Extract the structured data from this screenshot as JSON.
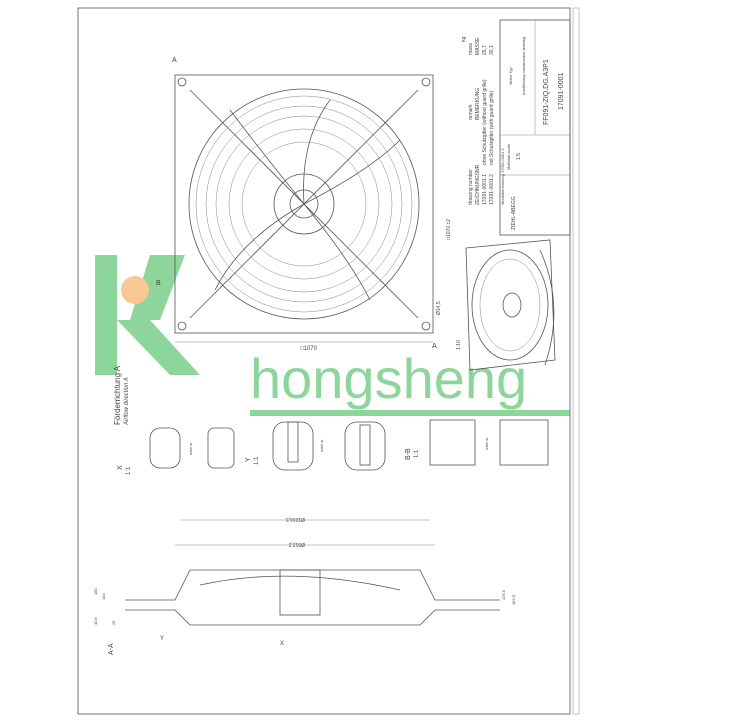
{
  "drawing": {
    "airflow_de": "Förderrichtung A",
    "airflow_en": "Airflow direction A",
    "section_labels": {
      "a": "A",
      "b": "B",
      "aa": "A-A",
      "x": "X",
      "y": "Y",
      "bb": "B-B"
    },
    "scales": {
      "detail": "1:1",
      "view": "1:10"
    },
    "or_label": "oder\nor",
    "dims": {
      "square": "□1070",
      "square_tol": "□1070 ±2",
      "corner": "Ø14,5",
      "outer_dia": "Ø1016,5",
      "inner_dia": "Ø912,2",
      "h180": "180",
      "h144": "144",
      "h126": "126,5",
      "h182": "182,5",
      "t25": "25",
      "t40": "40,5"
    }
  },
  "title_block": {
    "variants_header": [
      "drawing number",
      "remark",
      "mass"
    ],
    "variants": [
      [
        "ZEICHNUNGSNR",
        "BEMERKUNG",
        "MASSE"
      ],
      [
        "17091-0001.1",
        "ohne Schutzgitter (without guard grille)",
        "25,7"
      ],
      [
        "17091-0001.2",
        "mit Schutzgitter (with guard grille)",
        "30,1"
      ]
    ],
    "mass_unit": "kg",
    "note": "Modulbenennung 17091-0001.2",
    "company": "ZIEHL-ABEGG",
    "scale_label": "Maßstab scale",
    "scale": "1:5",
    "product_name": "FF091-ZIQ.DG.A3P1",
    "drawing_number": "17091-0001",
    "motor": "Motor Typ",
    "doc_type": "Ausführung construction drawing"
  },
  "watermark": "hongsheng",
  "colors": {
    "line": "#555555",
    "watermark": "#2fb34a",
    "watermark_orange": "#f39a3a"
  }
}
